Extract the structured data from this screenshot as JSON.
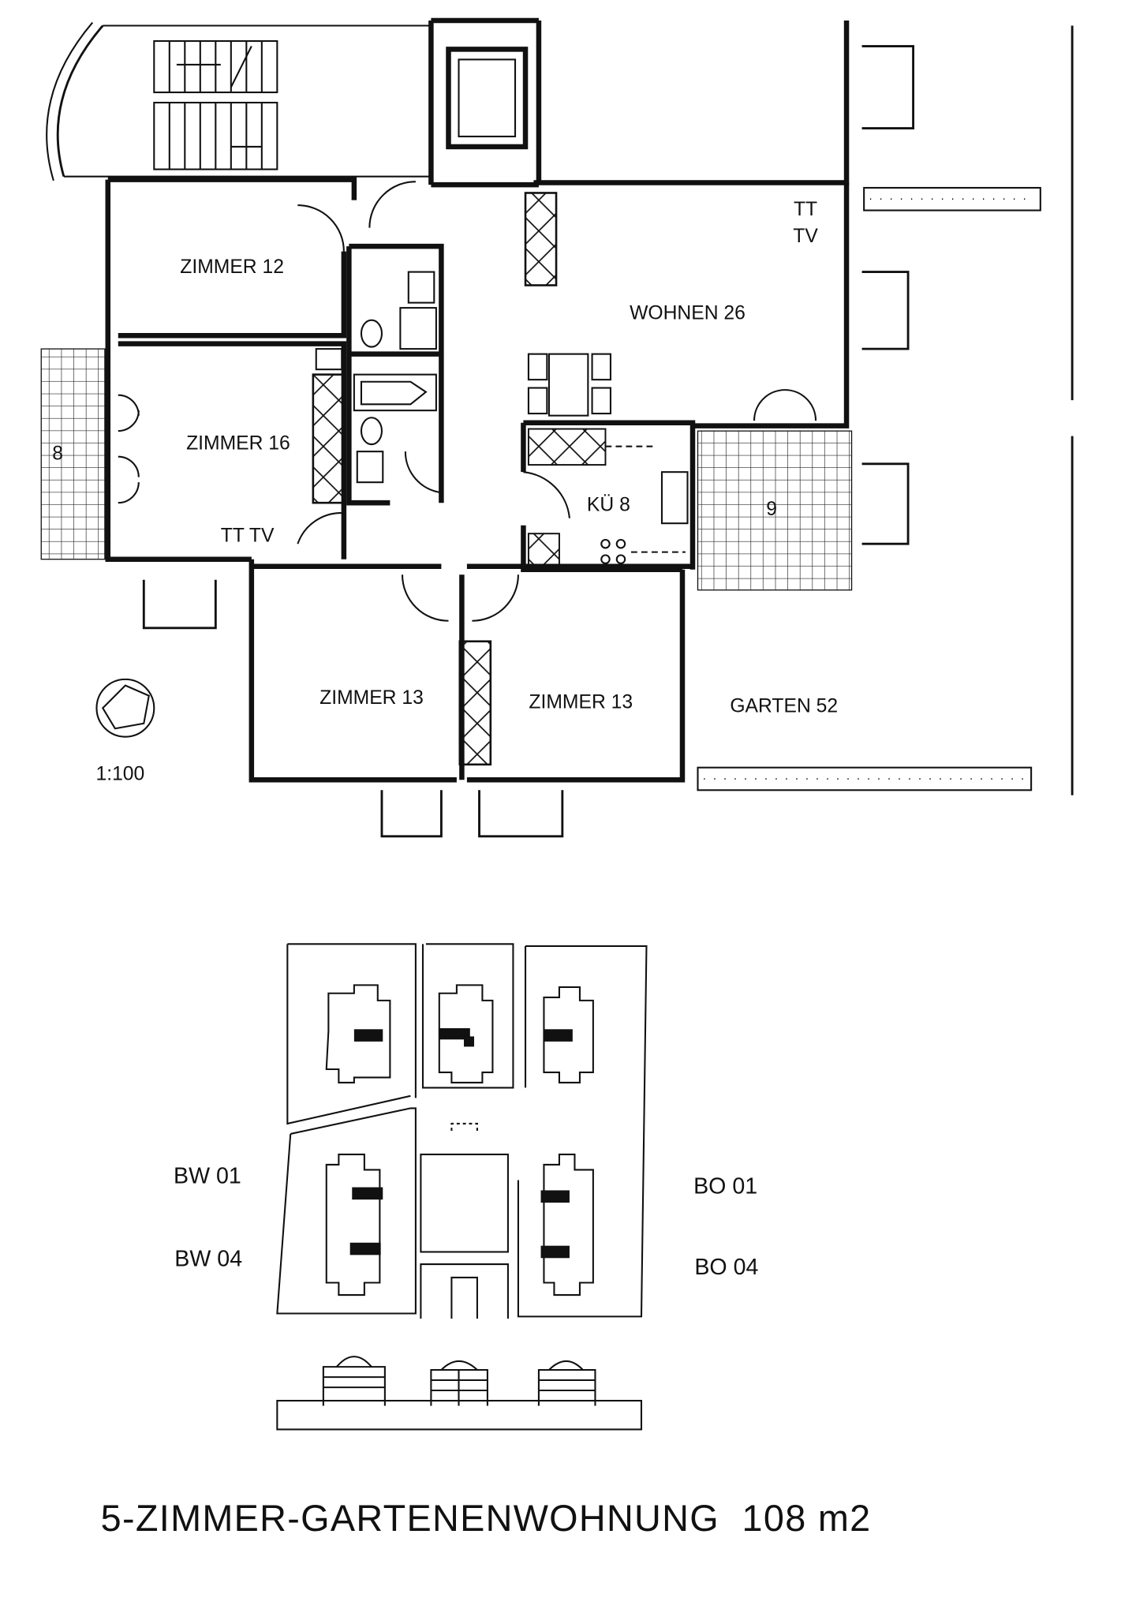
{
  "floor_plan": {
    "rooms": {
      "zimmer_12": "ZIMMER 12",
      "zimmer_16": "ZIMMER 16",
      "wohnen": "WOHNEN 26",
      "kueche": "KÜ 8",
      "zimmer_13a": "ZIMMER 13",
      "zimmer_13b": "ZIMMER 13",
      "garten": "GARTEN 52",
      "terrace_left": "8",
      "terrace_right": "9"
    },
    "outlets": {
      "tt_tv_zimmer16": "TT TV",
      "tt_wohnen": "TT",
      "tv_wohnen": "TV"
    },
    "scale": "1:100"
  },
  "site_plan": {
    "labels": {
      "bw01": "BW 01",
      "bw04": "BW 04",
      "bo01": "BO 01",
      "bo04": "BO 04"
    }
  },
  "title": "5-ZIMMER-GARTENENWOHNUNG  108 m2"
}
